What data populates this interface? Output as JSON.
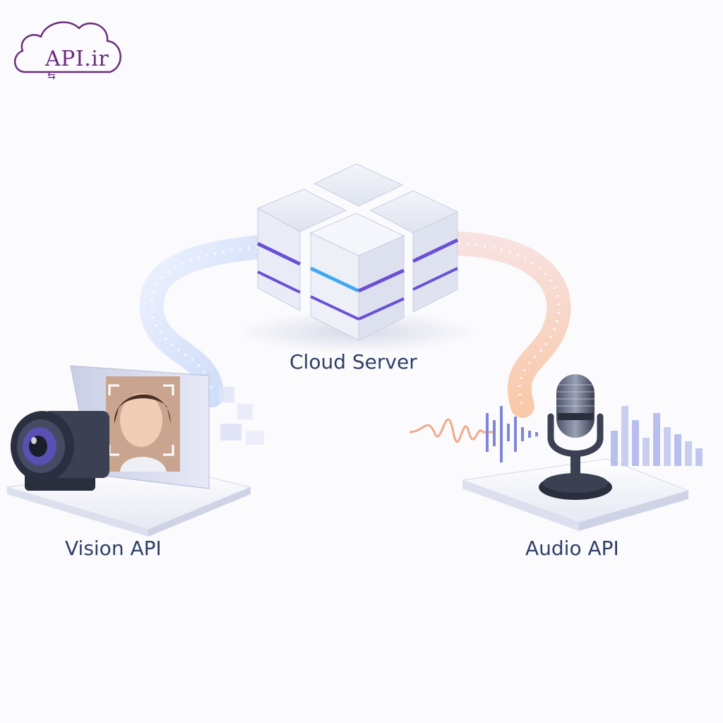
{
  "logo": {
    "text": "API.ir",
    "color": "#6a2c7f",
    "icon": "cloud-icon"
  },
  "nodes": {
    "server": {
      "label": "Cloud Server",
      "icon": "server-cubes-icon"
    },
    "vision": {
      "label": "Vision API",
      "icon": "camera-icon"
    },
    "audio": {
      "label": "Audio API",
      "icon": "microphone-icon"
    }
  },
  "colors": {
    "label": "#2f3f66",
    "accent_purple": "#6a4fd8",
    "accent_blue": "#3fa8f0",
    "link_vision": "#a9c3f2",
    "link_audio": "#f6b08f"
  }
}
